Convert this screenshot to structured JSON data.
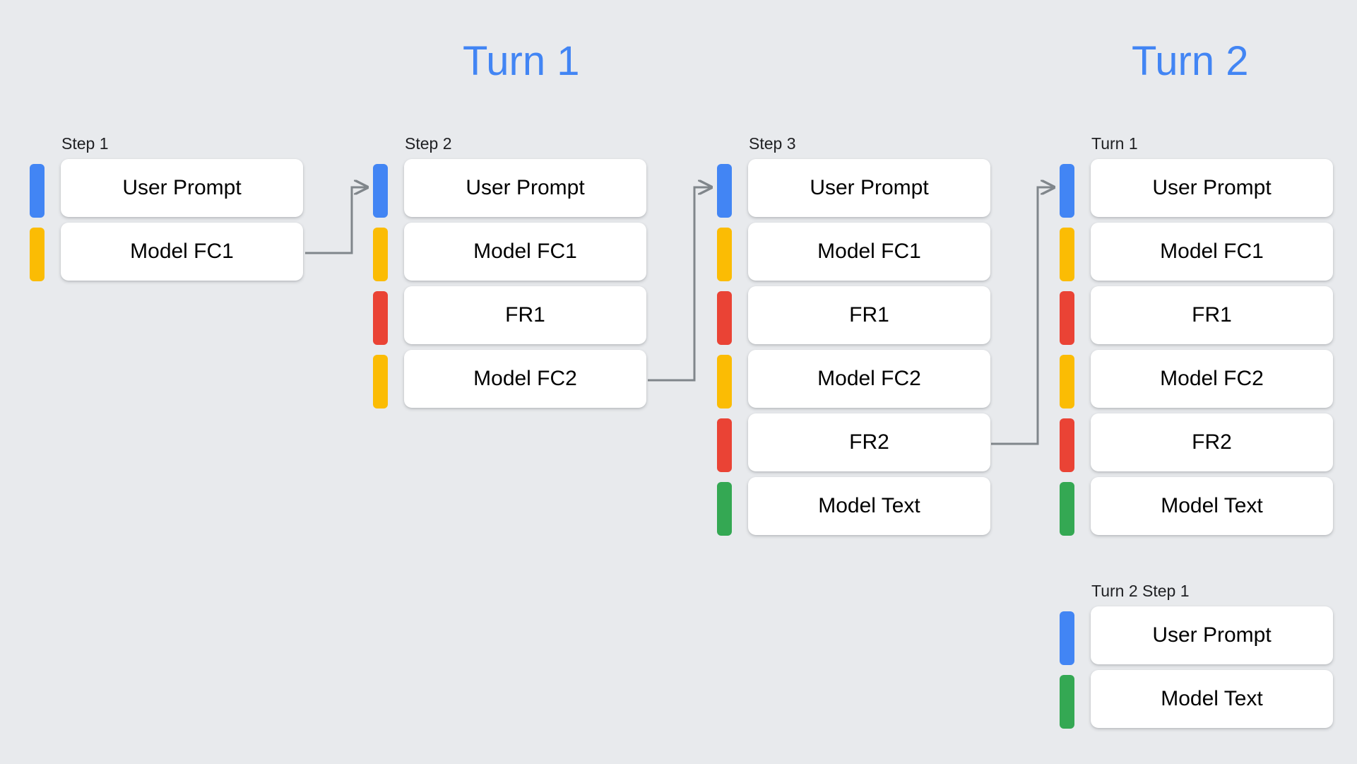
{
  "background_color": "#E8EAED",
  "palette": {
    "blue": "#4285F4",
    "yellow": "#FBBC04",
    "red": "#EA4335",
    "green": "#34A853",
    "card": "#FFFFFF",
    "text": "#000000",
    "connector": "#80868B"
  },
  "turns": [
    {
      "title": "Turn 1"
    },
    {
      "title": "Turn 2"
    }
  ],
  "columns": [
    {
      "label": "Step 1",
      "rows": [
        {
          "color": "blue",
          "label": "User Prompt"
        },
        {
          "color": "yellow",
          "label": "Model FC1"
        }
      ]
    },
    {
      "label": "Step 2",
      "rows": [
        {
          "color": "blue",
          "label": "User Prompt"
        },
        {
          "color": "yellow",
          "label": "Model FC1"
        },
        {
          "color": "red",
          "label": "FR1"
        },
        {
          "color": "yellow",
          "label": "Model FC2"
        }
      ]
    },
    {
      "label": "Step 3",
      "rows": [
        {
          "color": "blue",
          "label": "User Prompt"
        },
        {
          "color": "yellow",
          "label": "Model FC1"
        },
        {
          "color": "red",
          "label": "FR1"
        },
        {
          "color": "yellow",
          "label": "Model FC2"
        },
        {
          "color": "red",
          "label": "FR2"
        },
        {
          "color": "green",
          "label": "Model Text"
        }
      ]
    },
    {
      "label": "Turn 1",
      "rows": [
        {
          "color": "blue",
          "label": "User Prompt"
        },
        {
          "color": "yellow",
          "label": "Model FC1"
        },
        {
          "color": "red",
          "label": "FR1"
        },
        {
          "color": "yellow",
          "label": "Model FC2"
        },
        {
          "color": "red",
          "label": "FR2"
        },
        {
          "color": "green",
          "label": "Model Text"
        }
      ]
    },
    {
      "label": "Turn 2 Step 1",
      "rows": [
        {
          "color": "blue",
          "label": "User Prompt"
        },
        {
          "color": "green",
          "label": "Model Text"
        }
      ]
    }
  ],
  "connectors": [
    {
      "name": "step1-to-step2",
      "from_row": "Model FC1",
      "to_row": "User Prompt"
    },
    {
      "name": "step2-to-step3",
      "from_row": "Model FC2",
      "to_row": "User Prompt"
    },
    {
      "name": "step3-to-turn2",
      "from_row": "FR2",
      "to_row": "User Prompt"
    }
  ]
}
